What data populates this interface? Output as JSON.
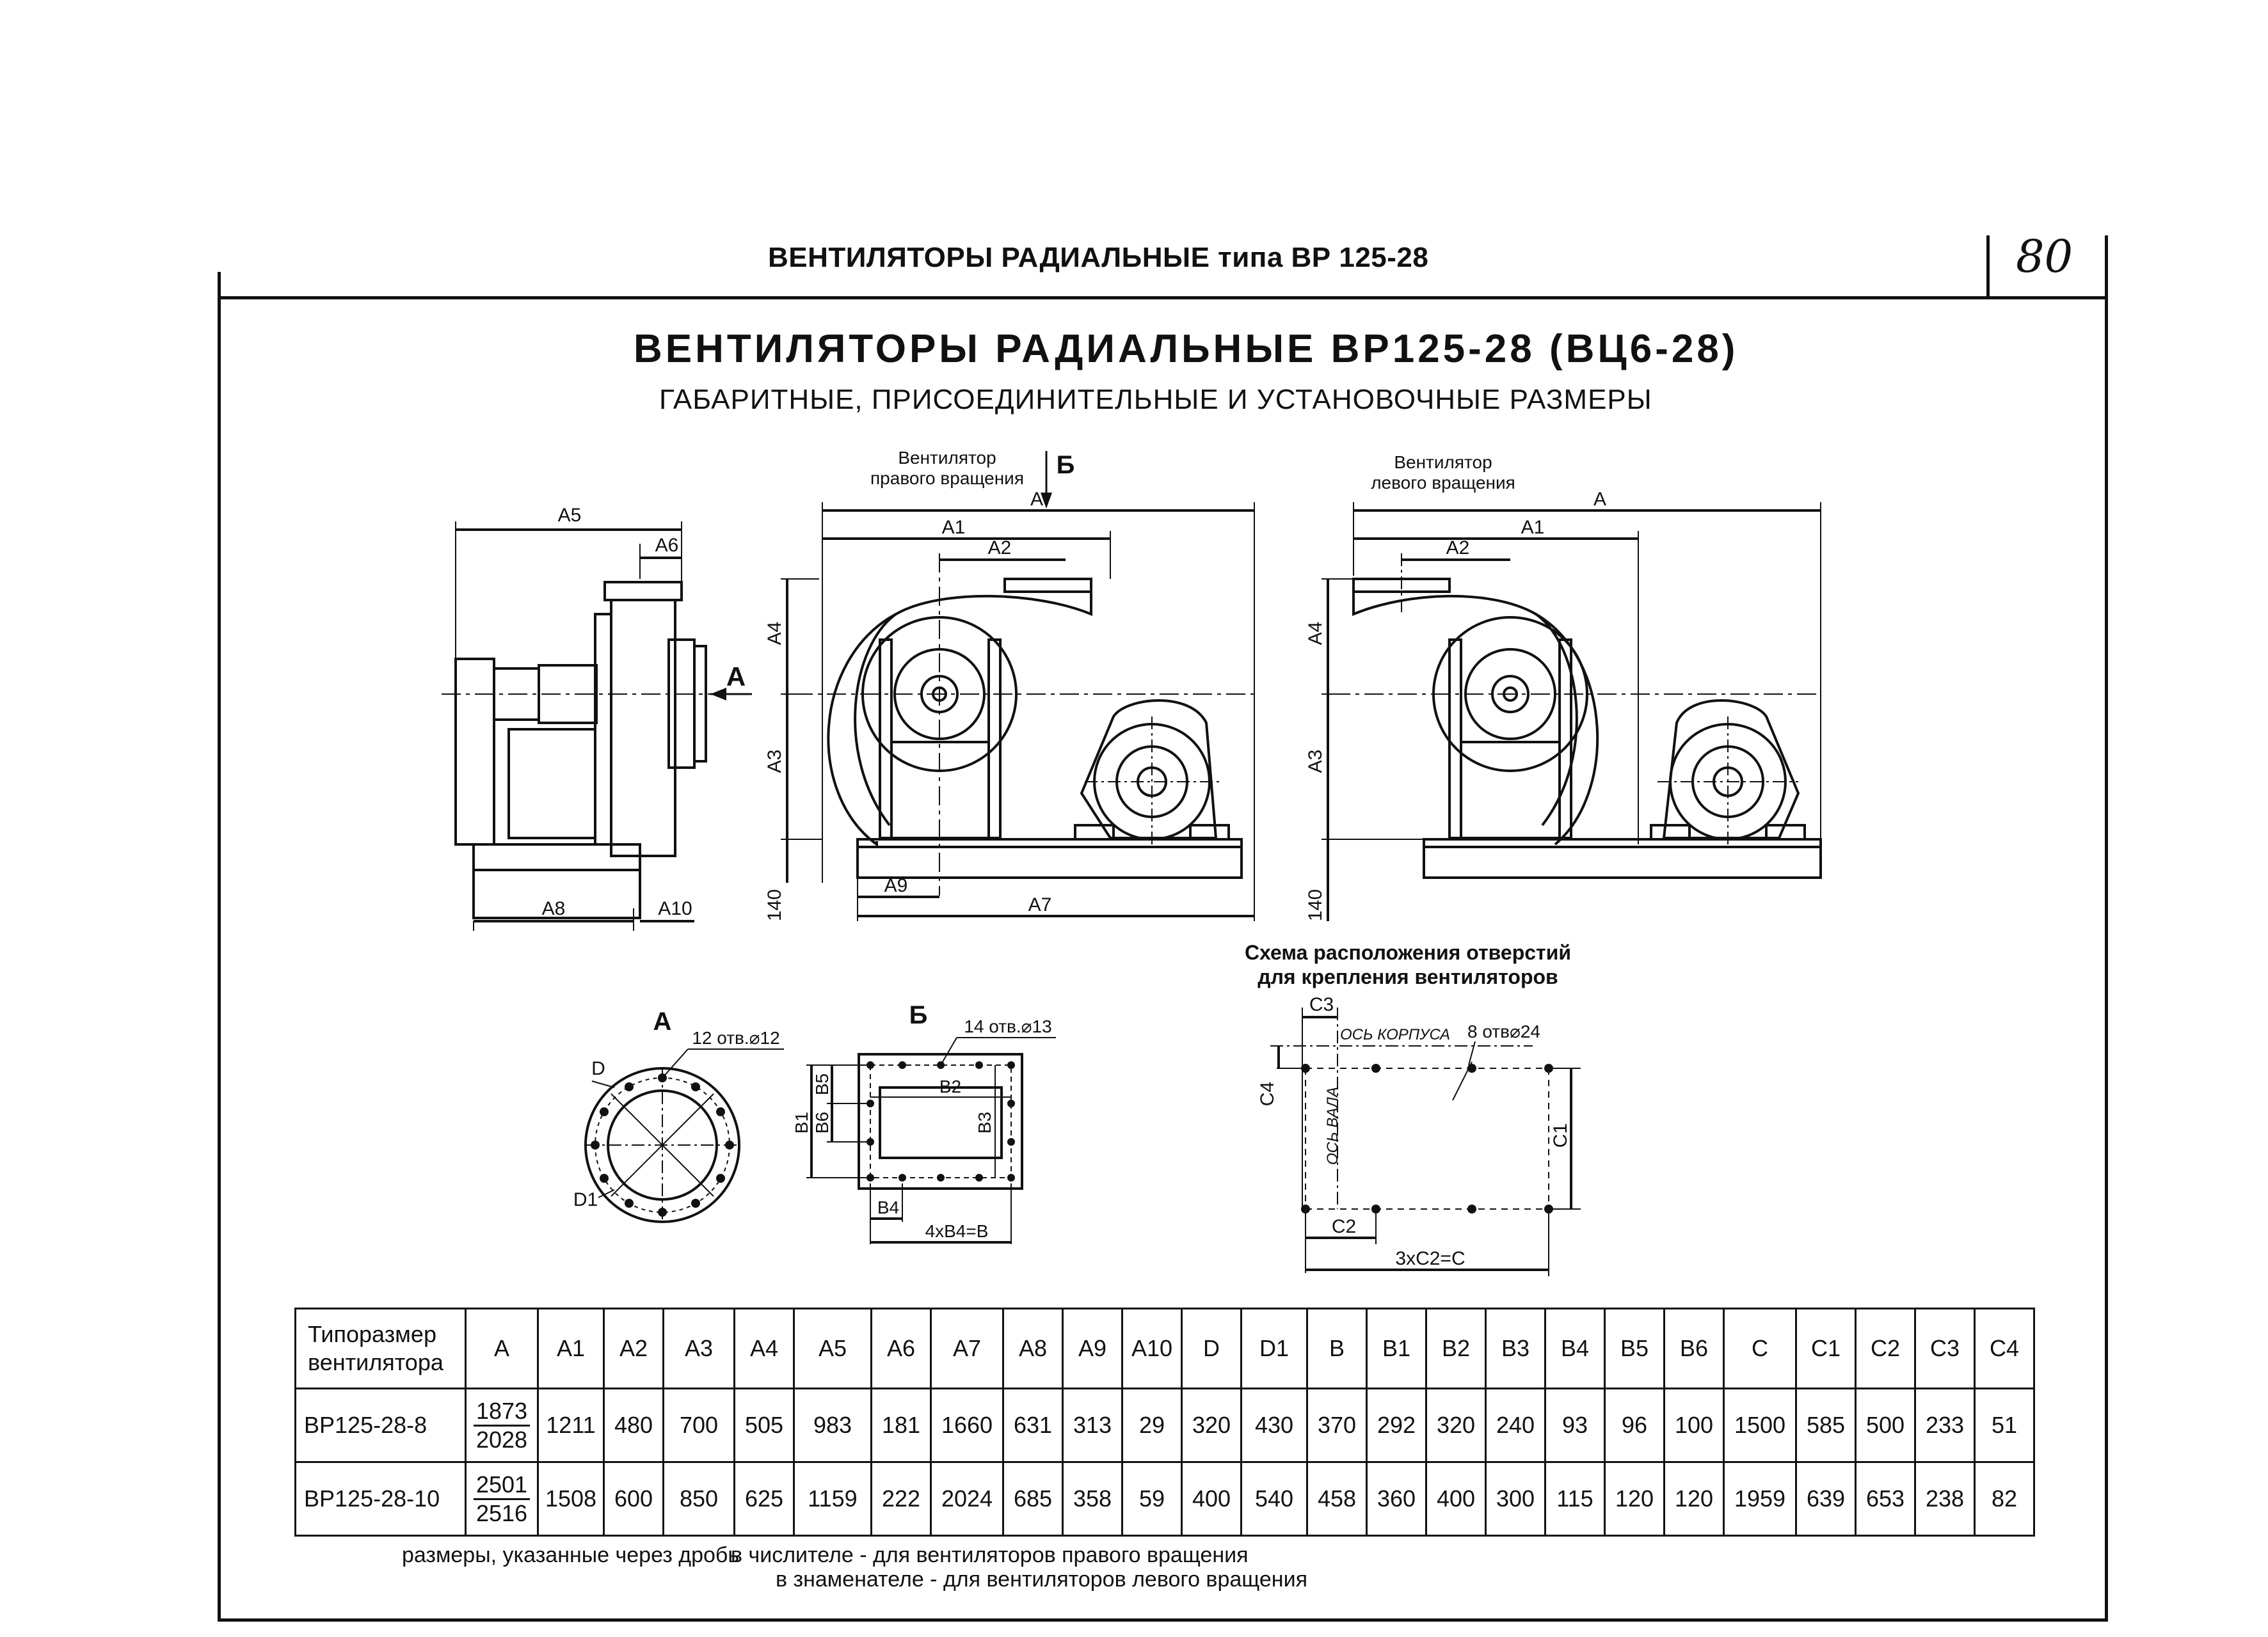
{
  "header": {
    "title": "ВЕНТИЛЯТОРЫ РАДИАЛЬНЫЕ типа ВР 125-28",
    "page_number": "80"
  },
  "document": {
    "title": "ВЕНТИЛЯТОРЫ РАДИАЛЬНЫЕ ВР125-28 (ВЦ6-28)",
    "subtitle": "ГАБАРИТНЫЕ, ПРИСОЕДИНИТЕЛЬНЫЕ И УСТАНОВОЧНЫЕ РАЗМЕРЫ"
  },
  "drawings": {
    "right_rotation_line1": "Вентилятор",
    "right_rotation_line2": "правого вращения",
    "left_rotation_line1": "Вентилятор",
    "left_rotation_line2": "левого вращения",
    "view_b_marker": "Б",
    "view_a_marker": "А",
    "labels": {
      "A": "А",
      "A1": "А1",
      "A2": "А2",
      "A3": "А3",
      "A4": "А4",
      "A5": "А5",
      "A6": "А6",
      "A7": "А7",
      "A8": "А8",
      "A9": "А9",
      "A10": "А10",
      "h140": "140"
    },
    "view_a": {
      "title": "А",
      "holes": "12 отв.⌀12",
      "D": "D",
      "D1": "D1"
    },
    "view_b": {
      "title": "Б",
      "holes": "14 отв.⌀13",
      "B1": "В1",
      "B2": "В2",
      "B3": "В3",
      "B4": "В4",
      "B5": "В5",
      "B6": "В6",
      "B": "4хВ4=В"
    },
    "scheme": {
      "title_line1": "Схема расположения отверстий",
      "title_line2": "для крепления вентиляторов",
      "C3": "С3",
      "C4": "С4",
      "C1": "С1",
      "C2": "С2",
      "axis_body": "ОСЬ КОРПУСА",
      "axis_shaft": "ОСЬ ВАЛА",
      "holes": "8 отв⌀24",
      "C": "3хС2=С"
    }
  },
  "table": {
    "header_name_line1": "Типоразмер",
    "header_name_line2": "вентилятора",
    "columns": [
      "А",
      "А1",
      "А2",
      "А3",
      "А4",
      "А5",
      "А6",
      "А7",
      "А8",
      "А9",
      "А10",
      "D",
      "D1",
      "В",
      "В1",
      "В2",
      "В3",
      "В4",
      "В5",
      "В6",
      "С",
      "С1",
      "С2",
      "С3",
      "С4"
    ],
    "rows": [
      {
        "name": "ВР125-28-8",
        "A_num": "1873",
        "A_den": "2028",
        "values": [
          "1211",
          "480",
          "700",
          "505",
          "983",
          "181",
          "1660",
          "631",
          "313",
          "29",
          "320",
          "430",
          "370",
          "292",
          "320",
          "240",
          "93",
          "96",
          "100",
          "1500",
          "585",
          "500",
          "233",
          "51"
        ]
      },
      {
        "name": "ВР125-28-10",
        "A_num": "2501",
        "A_den": "2516",
        "values": [
          "1508",
          "600",
          "850",
          "625",
          "1159",
          "222",
          "2024",
          "685",
          "358",
          "59",
          "400",
          "540",
          "458",
          "360",
          "400",
          "300",
          "115",
          "120",
          "120",
          "1959",
          "639",
          "653",
          "238",
          "82"
        ]
      }
    ]
  },
  "notes": {
    "line1a": "размеры, указанные через дробь",
    "line1b": "в числителе  - для вентиляторов правого вращения",
    "line2": "в знаменателе - для вентиляторов левого вращения"
  }
}
